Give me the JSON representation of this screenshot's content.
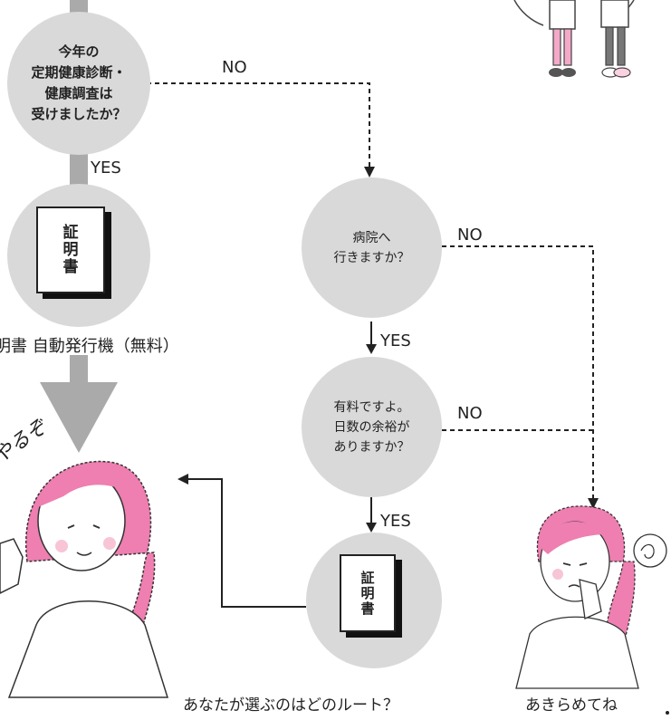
{
  "q1": {
    "lines": [
      "今年の",
      "定期健康診断・",
      "健康調査は",
      "受けましたか？"
    ]
  },
  "q2": {
    "lines": [
      "病院へ",
      "行きますか？"
    ]
  },
  "q3": {
    "lines": [
      "有料ですよ。",
      "日数の余裕が",
      "ありますか？"
    ]
  },
  "certificate_text": "証明書",
  "labels": {
    "no1": "NO",
    "yes1": "YES",
    "no2": "NO",
    "yes2": "YES",
    "no3": "NO",
    "yes3": "YES"
  },
  "kiosk_caption": "明書  自動発行機（無料）",
  "route_question": "あなたが選ぶのはどのルート？",
  "give_up_caption": "あきらめてね",
  "excited_text": "やるぞ",
  "colors": {
    "circle": "#d9d9d9",
    "arrow": "#aaaaaa",
    "pink": "#ee7fb0",
    "line": "#222222"
  }
}
